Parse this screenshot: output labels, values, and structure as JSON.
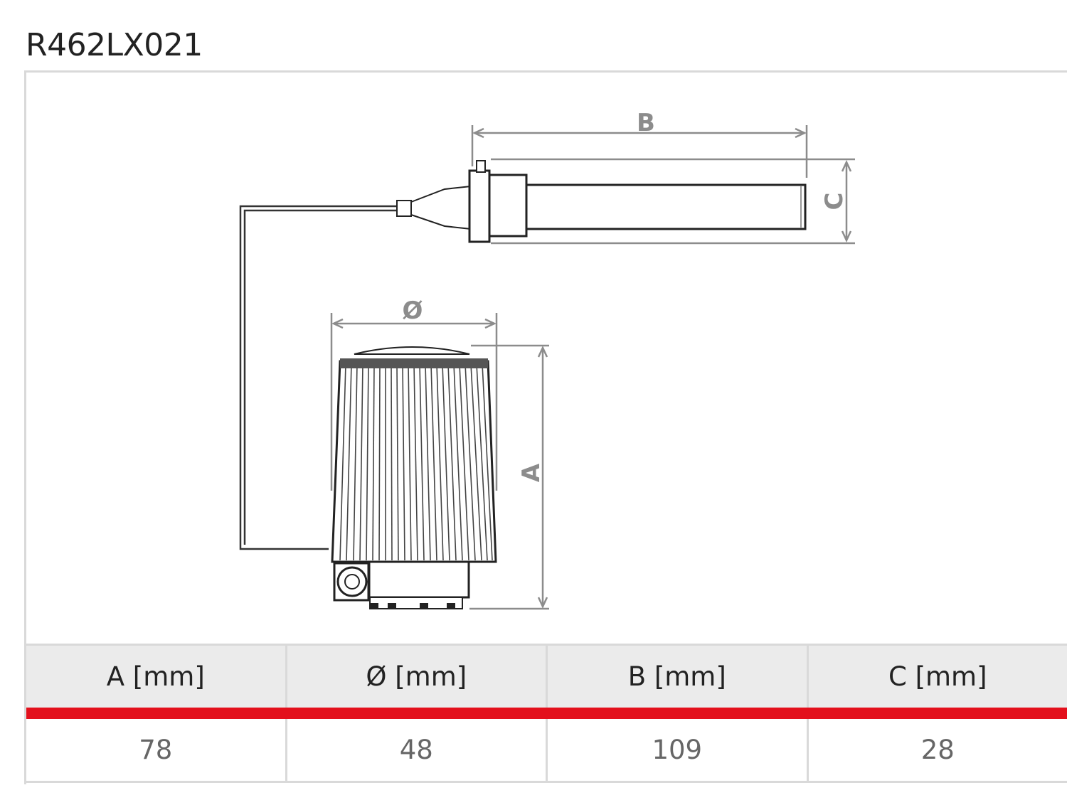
{
  "title": "R462LX021",
  "dimension_labels": {
    "a": "A",
    "b": "B",
    "c": "C",
    "diameter": "Ø"
  },
  "table": {
    "headers": [
      "A [mm]",
      "Ø [mm]",
      "B [mm]",
      "C [mm]"
    ],
    "values": [
      "78",
      "48",
      "109",
      "28"
    ]
  },
  "colors": {
    "accent_bar": "#e3101c",
    "line": "#d9d9d9",
    "dim": "#8c8c8c"
  }
}
